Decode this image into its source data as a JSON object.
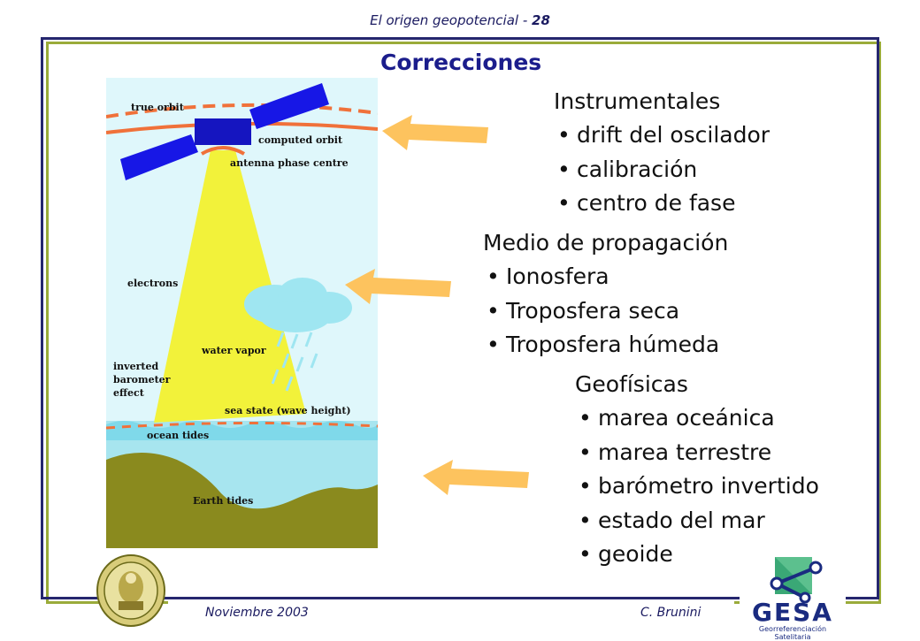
{
  "header": {
    "text": "El origen geopotencial - ",
    "page_number": "28"
  },
  "title": "Correcciones",
  "groups": [
    {
      "heading": "Instrumentales",
      "items": [
        "drift del oscilador",
        "calibración",
        "centro de fase"
      ]
    },
    {
      "heading": "Medio de propagación",
      "items": [
        "Ionosfera",
        "Troposfera seca",
        "Troposfera húmeda"
      ]
    },
    {
      "heading": "Geofísicas",
      "items": [
        "marea oceánica",
        "marea terrestre",
        "barómetro invertido",
        "estado del mar",
        "geoide"
      ]
    }
  ],
  "bullet": "•",
  "diagram_labels": {
    "true_orbit": "true orbit",
    "computed_orbit": "computed orbit",
    "antenna_phase_centre": "antenna phase centre",
    "electrons": "electrons",
    "water_vapor": "water vapor",
    "inverted_1": "inverted",
    "inverted_2": "barometer",
    "inverted_3": "effect",
    "sea_state": "sea state (wave height)",
    "ocean_tides": "ocean tides",
    "earth_tides": "Earth tides"
  },
  "footer": {
    "date": "Noviembre 2003",
    "author": "C. Brunini"
  },
  "logo": {
    "name": "GESA",
    "subtitle": "Georreferenciación Satelitaria"
  },
  "colors": {
    "title": "#1b1d8c",
    "frame_navy": "#25266e",
    "frame_green": "#9aab3a",
    "arrow": "#fdc35e",
    "beam": "#f2f23a",
    "sky": "#dff7fb",
    "orbit": "#f0713a",
    "ground": "#8a8a1e"
  }
}
